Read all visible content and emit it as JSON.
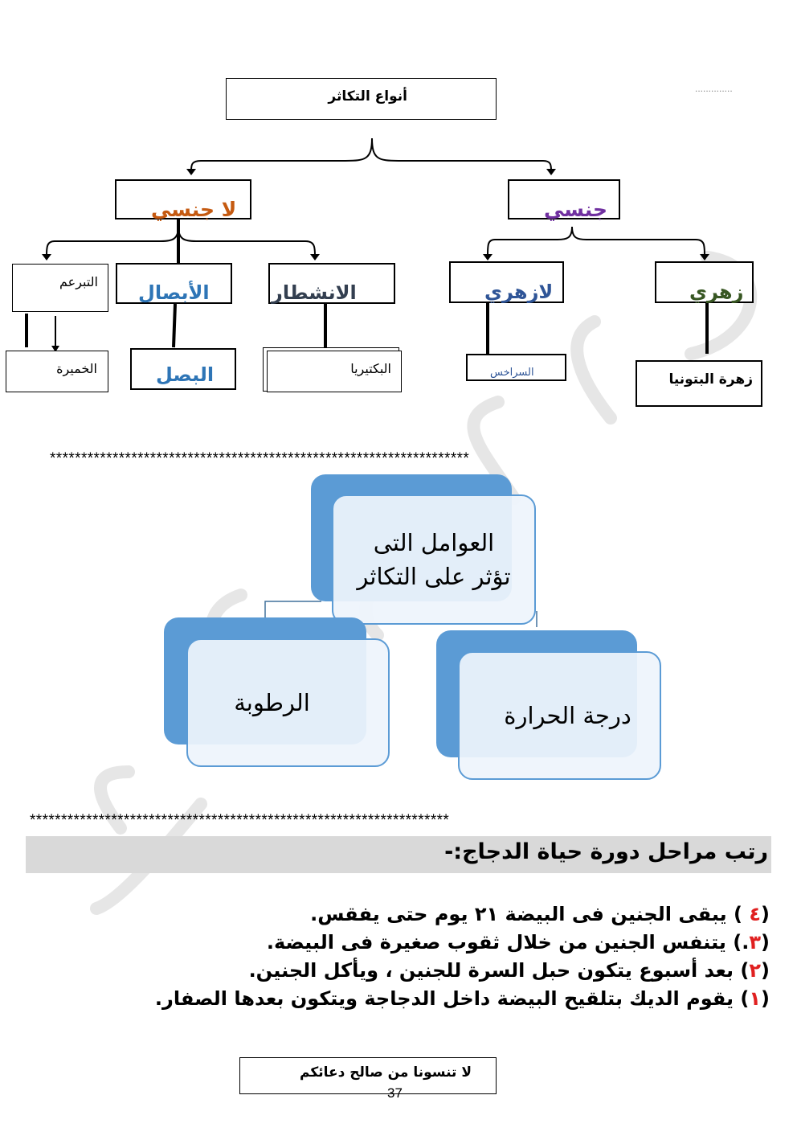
{
  "top_dots": "..............",
  "tree": {
    "root": "أنواع التكاثر",
    "asexual": {
      "label": "لا جنسي",
      "color": "#c55a11",
      "children": [
        {
          "label": "التبرعم",
          "example": "الخميرة"
        },
        {
          "label": "الأبصال",
          "example": "البصل"
        },
        {
          "label": "الانشطار",
          "example": "البكتيريا"
        }
      ]
    },
    "sexual": {
      "label": "جنسي",
      "color": "#7030a0",
      "children": [
        {
          "label": "لازهري",
          "example": "السراخس"
        },
        {
          "label": "زهري",
          "example": "زهرة البتونيا"
        }
      ]
    }
  },
  "separator": "*******************************************************************",
  "factors": {
    "center": "العوامل التى تؤثر على التكاثر",
    "center_line1": "العوامل التى",
    "center_line2": "تؤثر على التكاثر",
    "left": "الرطوبة",
    "right": "درجة الحرارة",
    "accent": "#5b9bd5"
  },
  "exercise": {
    "title": "رتب مراحل دورة حياة الدجاج:-",
    "steps": [
      {
        "open": "(",
        "num": "٤",
        "close": " ) ",
        "text": "يبقى الجنين فى البيضة ٢١ يوم حتى يفقس."
      },
      {
        "open": "(",
        "num": "٣",
        "close": ".) ",
        "text": "يتنفس الجنين من خلال ثقوب صغيرة فى البيضة."
      },
      {
        "open": "(",
        "num": "٢",
        "close": ") ",
        "text": "بعد أسبوع يتكون حبل السرة للجنين ، ويأكل الجنين."
      },
      {
        "open": "(",
        "num": "١",
        "close": ") ",
        "text": "يقوم الديك بتلقيح البيضة داخل الدجاجة ويتكون بعدها الصفار."
      }
    ]
  },
  "footer": {
    "text": "لا تنسونا من صالح دعائكم",
    "page_number": "37"
  }
}
